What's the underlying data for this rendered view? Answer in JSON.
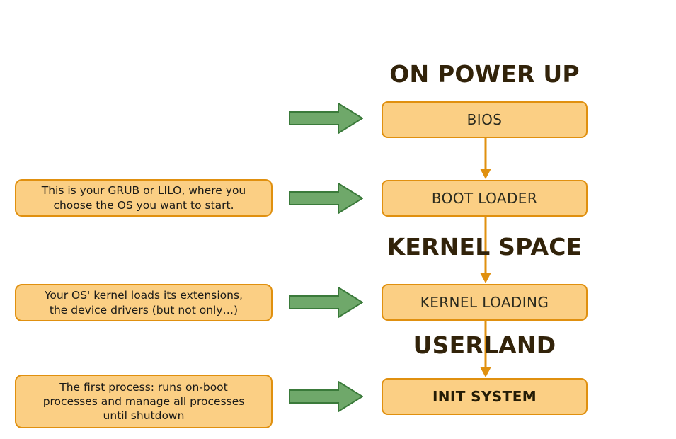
{
  "diagram": {
    "title": "Linux boot process flow",
    "colors": {
      "box_fill": "#fbcf84",
      "box_border": "#e0900f",
      "connector": "#e0900f",
      "header_text": "#32230a",
      "note_text": "#1a1a18",
      "arrow_fill": "#6fa86a",
      "arrow_stroke": "#3a7a3a",
      "background": "#ffffff"
    },
    "headers": [
      {
        "id": "on-power-up",
        "text": "ON POWER UP"
      },
      {
        "id": "kernel-space",
        "text": "KERNEL SPACE"
      },
      {
        "id": "userland",
        "text": "USERLAND"
      }
    ],
    "stages": [
      {
        "id": "bios",
        "label": "BIOS",
        "bold": false
      },
      {
        "id": "boot-loader",
        "label": "BOOT LOADER",
        "bold": false
      },
      {
        "id": "kernel-loading",
        "label": "KERNEL LOADING",
        "bold": false
      },
      {
        "id": "init-system",
        "label": "INIT SYSTEM",
        "bold": true
      }
    ],
    "notes": [
      {
        "id": "boot-loader-note",
        "text": "This is your GRUB or LILO, where you\nchoose the OS you want to start."
      },
      {
        "id": "kernel-loading-note",
        "text": "Your OS' kernel loads its extensions,\nthe device drivers (but not only…)"
      },
      {
        "id": "init-system-note",
        "text": "The first process: runs on-boot\nprocesses and manage all processes\nuntil shutdown"
      }
    ],
    "arrows": [
      {
        "id": "arrow-to-bios"
      },
      {
        "id": "arrow-to-boot-loader"
      },
      {
        "id": "arrow-to-kernel-loading"
      },
      {
        "id": "arrow-to-init-system"
      }
    ]
  }
}
